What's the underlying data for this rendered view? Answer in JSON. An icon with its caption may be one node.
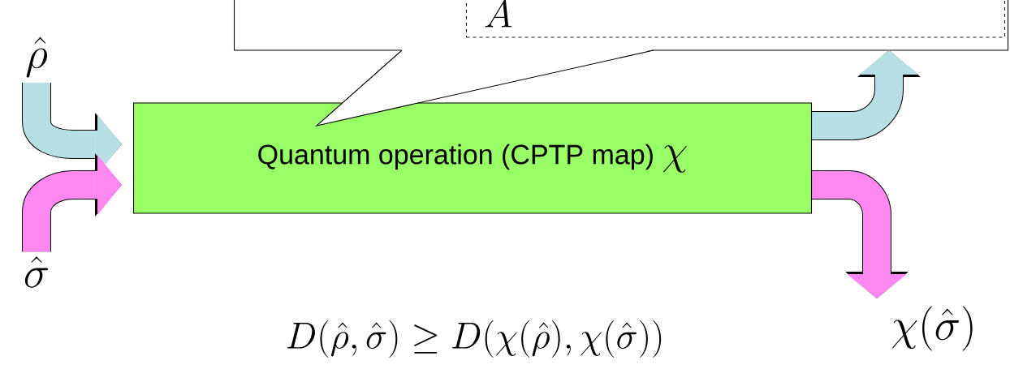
{
  "diagram": {
    "nodes": [
      {
        "text": [
          "\\hat{\\rho}"
        ]
      },
      {
        "text": [],
        "shape": "callout"
      },
      {
        "text": [
          "A"
        ],
        "in": 1
      },
      {
        "text": [
          "Quantum operation (CPTP map)",
          "\\chi"
        ]
      },
      {
        "text": [
          "\\hat{\\sigma}"
        ]
      },
      {
        "text": [
          "\\chi(\\hat{\\sigma})"
        ]
      }
    ],
    "edges": [
      {
        "from": 0,
        "to": 3,
        "arrow": "to",
        "color": "#b8dfe3"
      },
      {
        "from": 4,
        "to": 3,
        "arrow": "to",
        "color": "#ff88f0"
      },
      {
        "from": 3,
        "to": null,
        "arrow": "to",
        "color": "#b8dfe3"
      },
      {
        "from": 3,
        "to": 5,
        "arrow": "to",
        "color": "#ff88f0"
      }
    ],
    "labels": [
      "D(\\hat\\rho,\\hat\\sigma)\\geq D(\\chi(\\hat\\rho),\\chi(\\hat\\sigma))"
    ]
  }
}
